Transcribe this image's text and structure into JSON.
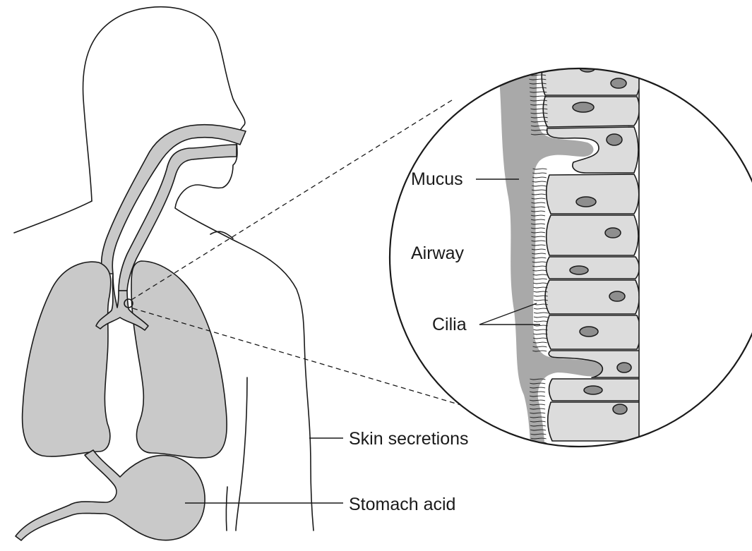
{
  "labels": {
    "mucus": "Mucus",
    "airway": "Airway",
    "cilia": "Cilia",
    "skin_secretions": "Skin secretions",
    "stomach_acid": "Stomach acid"
  },
  "colors": {
    "organ_fill": "#c9c9c9",
    "mucus_fill": "#a9a9a9",
    "cell_fill": "#dcdcdc",
    "nucleus_fill": "#8e8e8e",
    "line": "#1a1a1a"
  }
}
